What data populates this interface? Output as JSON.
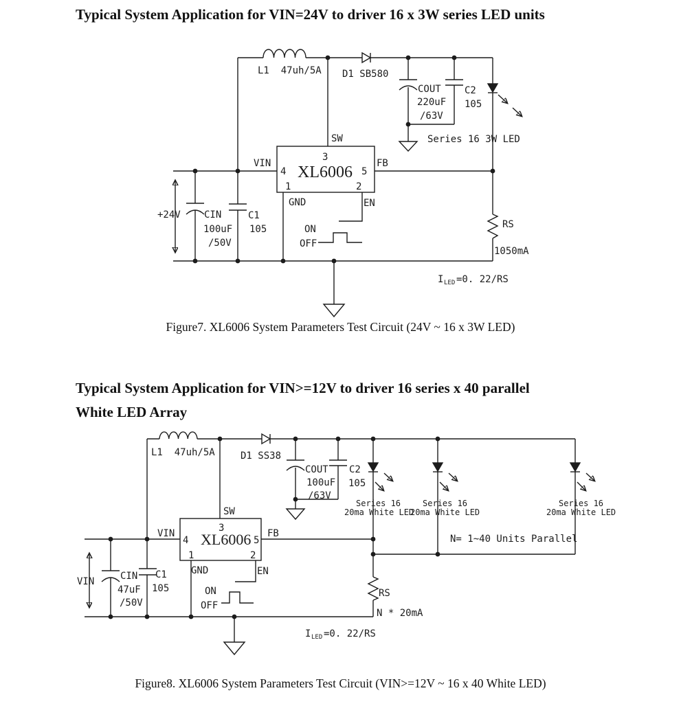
{
  "colors": {
    "ink": "#1c1c1c",
    "background": "#ffffff"
  },
  "figure7": {
    "title": "Typical System Application for VIN=24V to driver 16 x 3W series LED units",
    "caption": "Figure7. XL6006 System Parameters Test Circuit (24V ~ 16 x 3W LED)",
    "inductor_label": "L1  47uh/5A",
    "diode_label": "D1 SB580",
    "cout_name": "COUT",
    "cout_value": "220uF",
    "cout_voltage": "/63V",
    "c2_name": "C2",
    "c2_value": "105",
    "led_label": "Series 16 3W LED",
    "chip": {
      "name": "XL6006",
      "pin_sw": "SW",
      "pin_vin": "VIN",
      "pin_fb": "FB",
      "pin_gnd": "GND",
      "pin_en": "EN",
      "n1": "1",
      "n2": "2",
      "n3": "3",
      "n4": "4",
      "n5": "5"
    },
    "supply_label": "+24V",
    "cin_name": "CIN",
    "cin_value": "100uF",
    "cin_voltage": "/50V",
    "c1_name": "C1",
    "c1_value": "105",
    "on_label": "ON",
    "off_label": "OFF",
    "rs_label": "RS",
    "current_label": "1050mA",
    "iled_i": "I",
    "iled_sub": "LED",
    "iled_eq": "=0. 22/RS"
  },
  "figure8": {
    "title_line1": "Typical System Application for VIN>=12V to driver 16 series x 40 parallel",
    "title_line2": "White LED Array",
    "caption": "Figure8. XL6006 System Parameters Test Circuit (VIN>=12V ~ 16 x 40 White LED)",
    "inductor_label": "L1  47uh/5A",
    "diode_label": "D1 SS38",
    "cout_name": "COUT",
    "cout_value": "100uF",
    "cout_voltage": "/63V",
    "c2_name": "C2",
    "c2_value": "105",
    "string_line1": "Series 16",
    "string_line2": "20ma White LED",
    "parallel_note": "N= 1~40 Units Parallel",
    "chip": {
      "name": "XL6006",
      "pin_sw": "SW",
      "pin_vin": "VIN",
      "pin_fb": "FB",
      "pin_gnd": "GND",
      "pin_en": "EN",
      "n1": "1",
      "n2": "2",
      "n3": "3",
      "n4": "4",
      "n5": "5"
    },
    "supply_label": "VIN",
    "cin_name": "CIN",
    "cin_value": "47uF",
    "cin_voltage": "/50V",
    "c1_name": "C1",
    "c1_value": "105",
    "on_label": "ON",
    "off_label": "OFF",
    "rs_label": "RS",
    "current_label": "N * 20mA",
    "iled_i": "I",
    "iled_sub": "LED",
    "iled_eq": "=0. 22/RS"
  }
}
